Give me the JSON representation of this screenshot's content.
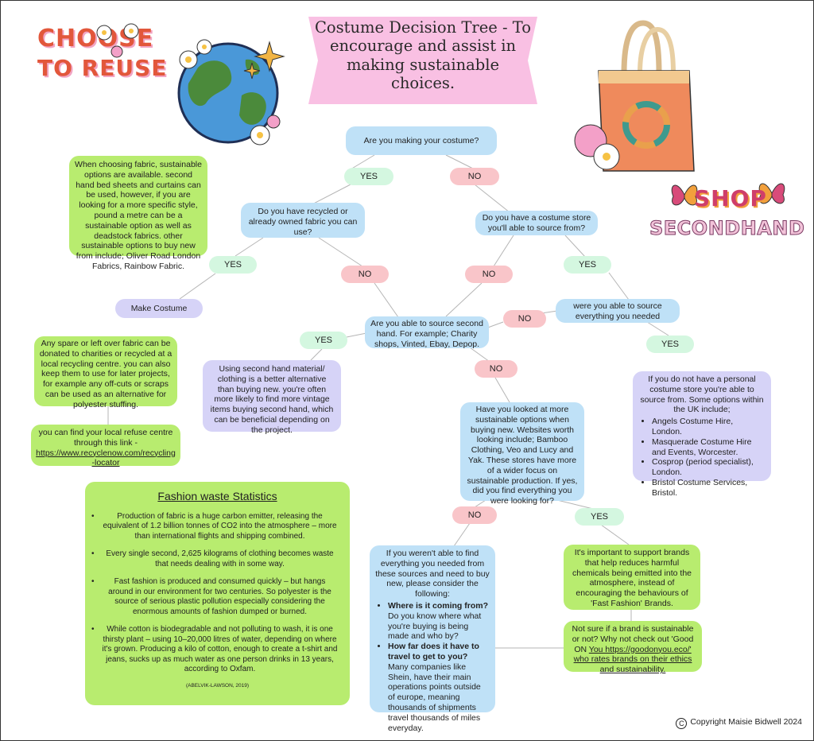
{
  "title": "Costume Decision Tree - To encourage and assist in making sustainable choices.",
  "logos": {
    "choose": "CHOOSE",
    "to_reuse": "TO REUSE",
    "shop": "SHOP",
    "secondhand": "SECONDHAND"
  },
  "nodes": {
    "q_making": "Are you making your costume?",
    "q_fabric": "Do you have recycled or already owned fabric you can use?",
    "q_store": "Do you have a costume store you'll able to source from?",
    "make_costume": "Make Costume",
    "q_source_everything": "were you able to source everything you needed",
    "q_second_hand": "Are you able to source second hand. For example; Charity shops, Vinted, Ebay, Depop.",
    "second_hand_note": "Using second hand material/ clothing is a better alternative than buying new. you're often more likely to find more vintage items buying second hand, which can be beneficial depending on the project.",
    "q_sustainable": "Have you looked at more sustainable options when buying new. Websites worth looking include; Bamboo Clothing, Veo and Lucy and Yak. These stores have more of a wider focus on sustainable production. If yes, did you find everything you were looking for?",
    "fabric_tip": "When choosing fabric, sustainable options are available. second hand bed sheets and curtains can be used, however, if you are looking for a more specific style, pound a metre can be a sustainable option as well as deadstock fabrics. other sustainable options to buy new from include; Oliver Road London Fabrics, Rainbow Fabric.",
    "leftover_tip": "Any spare or left over fabric can be donated to charities or recycled at a local recycling centre. you can also keep them to use for later projects, for example any off-cuts or scraps can be used as an alternative for polyester stuffing.",
    "refuse_intro": "you can find your local refuse centre through this link -",
    "refuse_link": "https://www.recyclenow.com/recycling-locator",
    "costume_hire_intro": "If you do not have a personal costume store you're able to source from. Some options within the UK include;",
    "costume_hire_list": [
      "Angels Costume Hire, London.",
      "Masquerade Costume Hire and Events, Worcester.",
      "Cosprop (period specialist), London.",
      "Bristol Costume Services, Bristol."
    ],
    "support_brands": "It's important to support brands that help reduces harmful chemicals being emitted into the atmosphere, instead of encouraging the behaviours of 'Fast Fashion' Brands.",
    "good_on_you_1": "Not sure if a brand is sustainable or not? Why not check out 'Good ON",
    "good_on_you_link": "You https://goodonyou.eco/' who rates brands on their ethics and sustainability.",
    "buy_new_intro": "If you weren't able to find everything you needed from these sources and need to buy new, please consider the following:",
    "buy_new_q1_bold": "Where is it coming from?",
    "buy_new_q1_text": "Do you know where what you're buying is being made and who by?",
    "buy_new_q2_bold": "How far does it have to travel to get to you?",
    "buy_new_q2_text": "Many companies like Shein, have their main operations points outside of europe, meaning thousands of shipments travel thousands of miles everyday."
  },
  "pills": {
    "yes_label": "YES",
    "no_label": "NO"
  },
  "stats": {
    "heading": "Fashion waste Statistics",
    "items": [
      "Production of fabric is a huge carbon emitter, releasing the equivalent of 1.2 billion tonnes of CO2 into the atmosphere – more than international flights and shipping combined.",
      "Every single second, 2,625 kilograms of clothing becomes waste that needs dealing with in some way.",
      "Fast fashion is produced and consumed quickly – but hangs around in our environment for two centuries. So polyester is the source of serious plastic pollution especially considering the enormous amounts of fashion dumped or burned.",
      "While cotton is biodegradable and not polluting to wash, it is one thirsty plant – using 10–20,000 litres of water, depending on where it's grown. Producing a kilo of cotton, enough to create a t-shirt and jeans, sucks up as much water as one person drinks in 13 years, according to Oxfam."
    ],
    "citation": "(ABELVIK-LAWSON, 2019)"
  },
  "copyright": "Copyright Maisie Bidwell 2024",
  "colors": {
    "question_blue": "#bfe1f7",
    "tip_green": "#b8ec6f",
    "note_lavender": "#d6d3f7",
    "yes_mint": "#d4f7e0",
    "no_pink": "#f9c5c9",
    "title_pink": "#f9c0e3"
  }
}
